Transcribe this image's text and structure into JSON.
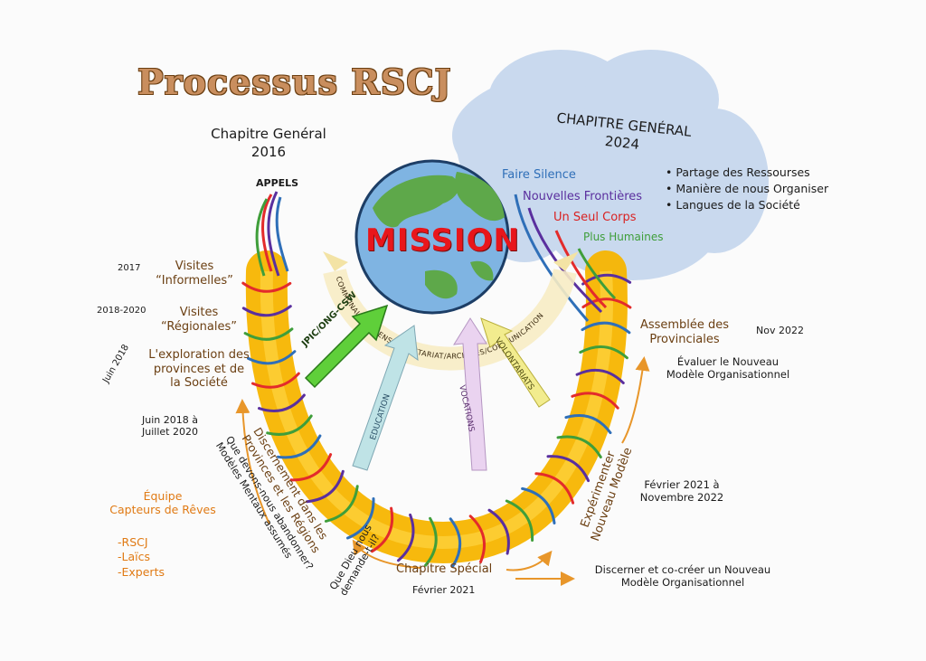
{
  "title": "Processus RSCJ",
  "chapitre_2016": {
    "line1": "Chapitre Genéral",
    "line2": "2016"
  },
  "chapitre_2024": {
    "line1": "CHAPITRE GENÉRAL",
    "line2": "2024"
  },
  "bullets": [
    "Partage des Ressourses",
    "Manière de nous Organiser",
    "Langues de la Société"
  ],
  "calls": {
    "appels": "APPELS",
    "faire_silence": "Faire Silence",
    "nouvelles_frontieres": "Nouvelles Frontières",
    "un_seul_corps": "Un Seul Corps",
    "plus_humaines": "Plus Humaines"
  },
  "mission": "MISSION",
  "ring_text": "COMMUNAUTÉS/BIENS/SECRÉTARIAT/ARCHIVES/COMMUNICATION",
  "arrows": {
    "jpic": "JPIC/ONG-CSW",
    "education": "EDUCATION",
    "vocations": "VOCATIONS",
    "volontariats": "VOLONTARIATS"
  },
  "timeline": {
    "y2017": "2017",
    "visites_informelles": [
      "Visites",
      "“Informelles”"
    ],
    "y2018_2020": "2018-2020",
    "visites_regionales": [
      "Visites",
      "“Régionales”"
    ],
    "juin_2018": "Juin 2018",
    "exploration": [
      "L'exploration des",
      "provinces et de",
      "la Société"
    ],
    "juin_2018_juillet_2020": [
      "Juin 2018 à",
      "Juillet 2020"
    ],
    "discernement": [
      "Discernement dans les",
      "Provinces et les Régions"
    ],
    "abandonner": [
      "Que devons-nous abandonner?",
      "Modèles Mentaux assumés"
    ],
    "dieu": [
      "Que Dieu nous",
      "demande-t-il?"
    ],
    "equipe": [
      "Équipe",
      "Capteurs de Rêves"
    ],
    "membres": [
      "-RSCJ",
      "-Laïcs",
      "-Experts"
    ],
    "chapitre_special": "Chapitre Spécial",
    "fevrier_2021": "Février 2021",
    "discerner": [
      "Discerner et co-créer un Nouveau",
      "Modèle Organisationnel"
    ],
    "experimenter": [
      "Expérimenter",
      "Nouveau Modèle"
    ],
    "fevrier_2021_nov_2022": [
      "Février 2021 à",
      "Novembre 2022"
    ],
    "assemblee": [
      "Assemblée des",
      "Provinciales"
    ],
    "nov_2022": "Nov 2022",
    "evaluer": [
      "Évaluer le Nouveau",
      "Modèle Organisationnel"
    ]
  },
  "colors": {
    "arc_yellow": "#f7b500",
    "cloud": "#c9d9ee",
    "globe_water": "#7fb4e2",
    "globe_land": "#5ea84a",
    "mission_red": "#e8161b",
    "brown": "#6b3f12",
    "orange": "#e07a14"
  }
}
